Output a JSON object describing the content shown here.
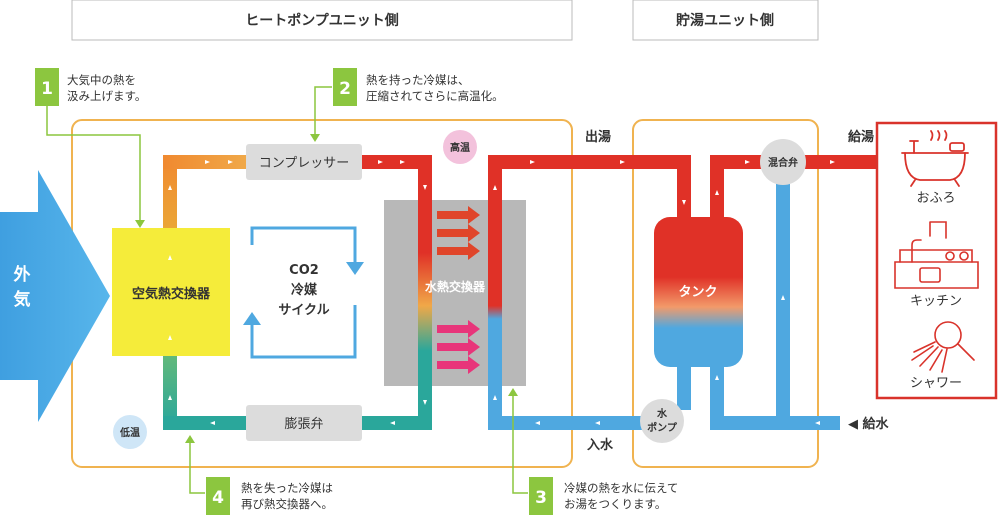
{
  "headers": {
    "heatpump": "ヒートポンプユニット側",
    "storage": "貯湯ユニット側"
  },
  "outside_air": [
    "外",
    "気"
  ],
  "steps": [
    {
      "num": "1",
      "lines": [
        "大気中の熱を",
        "汲み上げます。"
      ]
    },
    {
      "num": "2",
      "lines": [
        "熱を持った冷媒は、",
        "圧縮されてさらに高温化。"
      ]
    },
    {
      "num": "3",
      "lines": [
        "冷媒の熱を水に伝えて",
        "お湯をつくります。"
      ]
    },
    {
      "num": "4",
      "lines": [
        "熱を失った冷媒は",
        "再び熱交換器へ。"
      ]
    }
  ],
  "components": {
    "compressor": "コンプレッサー",
    "expansion_valve": "膨張弁",
    "air_hx": "空気熱交換器",
    "water_hx": "水熱交換器",
    "cycle": [
      "CO2",
      "冷媒",
      "サイクル"
    ],
    "high_temp": "高温",
    "low_temp": "低温",
    "tank": "タンク",
    "mixing_valve": "混合弁",
    "water_pump": [
      "水",
      "ポンプ"
    ]
  },
  "flows": {
    "hot_out": "出湯",
    "water_in": "入水",
    "hot_supply": "給湯 ▶",
    "cold_supply": "◀ 給水"
  },
  "outlets": [
    "おふろ",
    "キッチン",
    "シャワー"
  ],
  "colors": {
    "hot": "#e03127",
    "cold": "#4fa8e0",
    "teal": "#2aa79b",
    "accent_green": "#8cc63f",
    "frame_orange": "#f0b350",
    "outlet_border": "#d9332b"
  }
}
